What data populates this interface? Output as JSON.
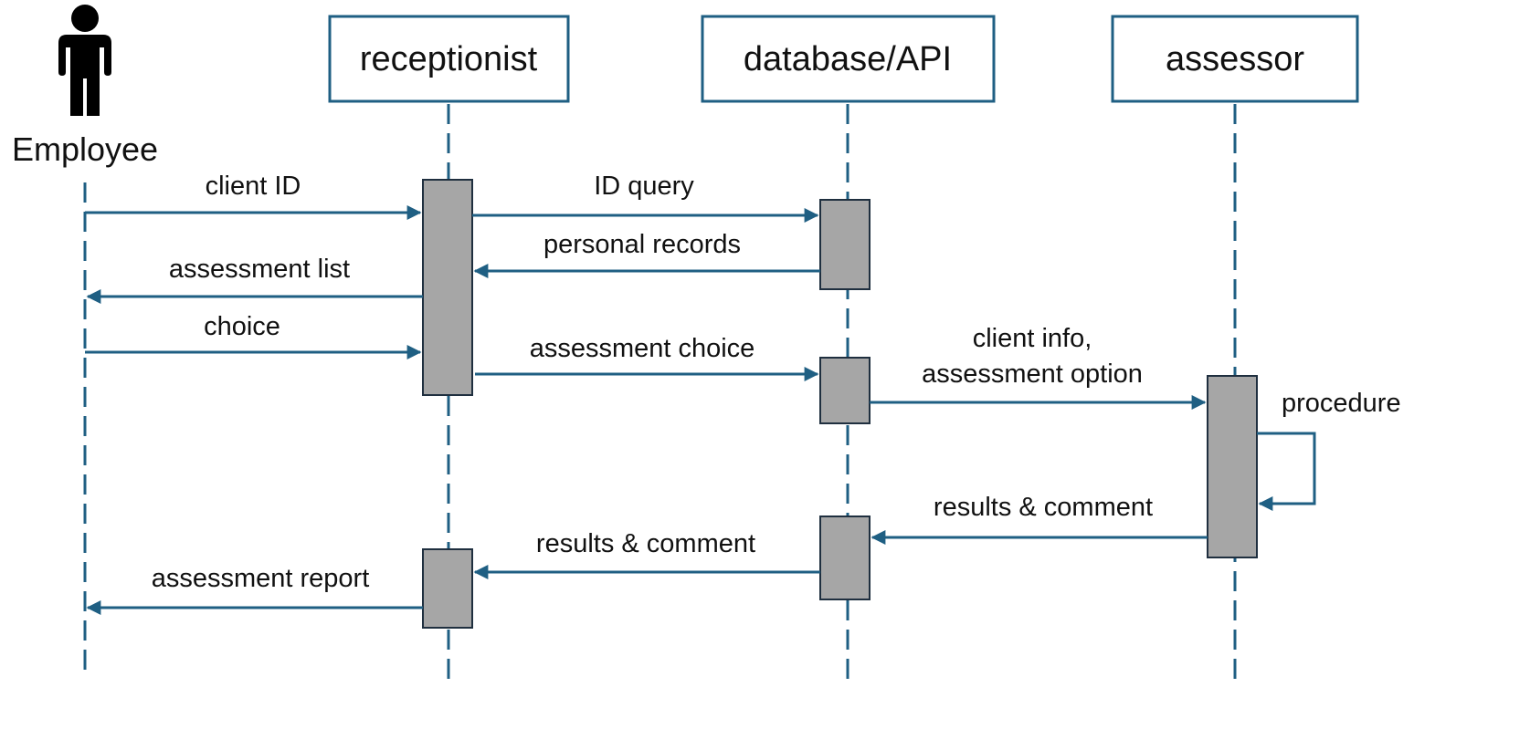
{
  "colors": {
    "accent": "#1f5f83",
    "activation_fill": "#a6a6a6",
    "activation_stroke": "#1f2f3f",
    "text": "#111111",
    "actor": "#000000"
  },
  "actor": {
    "label": "Employee",
    "icon": "person-icon"
  },
  "participants": [
    {
      "label": "receptionist"
    },
    {
      "label": "database/API"
    },
    {
      "label": "assessor"
    }
  ],
  "messages": [
    {
      "from": "Employee",
      "to": "receptionist",
      "label": "client ID"
    },
    {
      "from": "receptionist",
      "to": "database/API",
      "label": "ID query"
    },
    {
      "from": "database/API",
      "to": "receptionist",
      "label": "personal records"
    },
    {
      "from": "receptionist",
      "to": "Employee",
      "label": "assessment list"
    },
    {
      "from": "Employee",
      "to": "receptionist",
      "label": "choice"
    },
    {
      "from": "receptionist",
      "to": "database/API",
      "label": "assessment choice"
    },
    {
      "from": "database/API",
      "to": "assessor",
      "label_lines": [
        "client info,",
        "assessment option"
      ]
    },
    {
      "from": "assessor",
      "to": "assessor",
      "label": "procedure"
    },
    {
      "from": "assessor",
      "to": "database/API",
      "label": "results & comment"
    },
    {
      "from": "database/API",
      "to": "receptionist",
      "label": "results & comment"
    },
    {
      "from": "receptionist",
      "to": "Employee",
      "label": "assessment report"
    }
  ]
}
